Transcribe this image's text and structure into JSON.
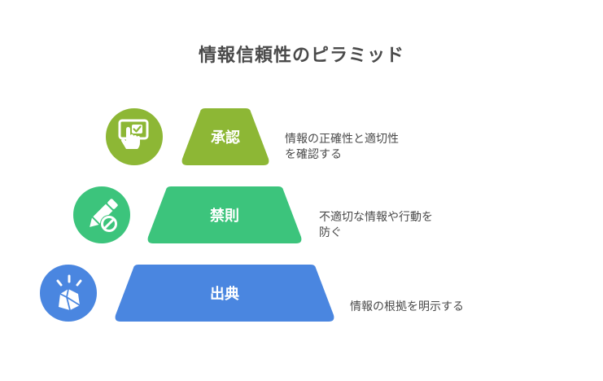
{
  "title": "情報信頼性のピラミッド",
  "tiers": [
    {
      "label": "承認",
      "description_line1": "情報の正確性と適切性",
      "description_line2": "を確認する",
      "color": "#8db735",
      "icon": "hand-checkbox-icon"
    },
    {
      "label": "禁則",
      "description_line1": "不適切な情報や行動を",
      "description_line2": "防ぐ",
      "color": "#3cc47c",
      "icon": "pencil-prohibited-icon"
    },
    {
      "label": "出典",
      "description_line1": "情報の根拠を明示する",
      "color": "#4a86e0",
      "icon": "rock-sparkle-icon"
    }
  ]
}
